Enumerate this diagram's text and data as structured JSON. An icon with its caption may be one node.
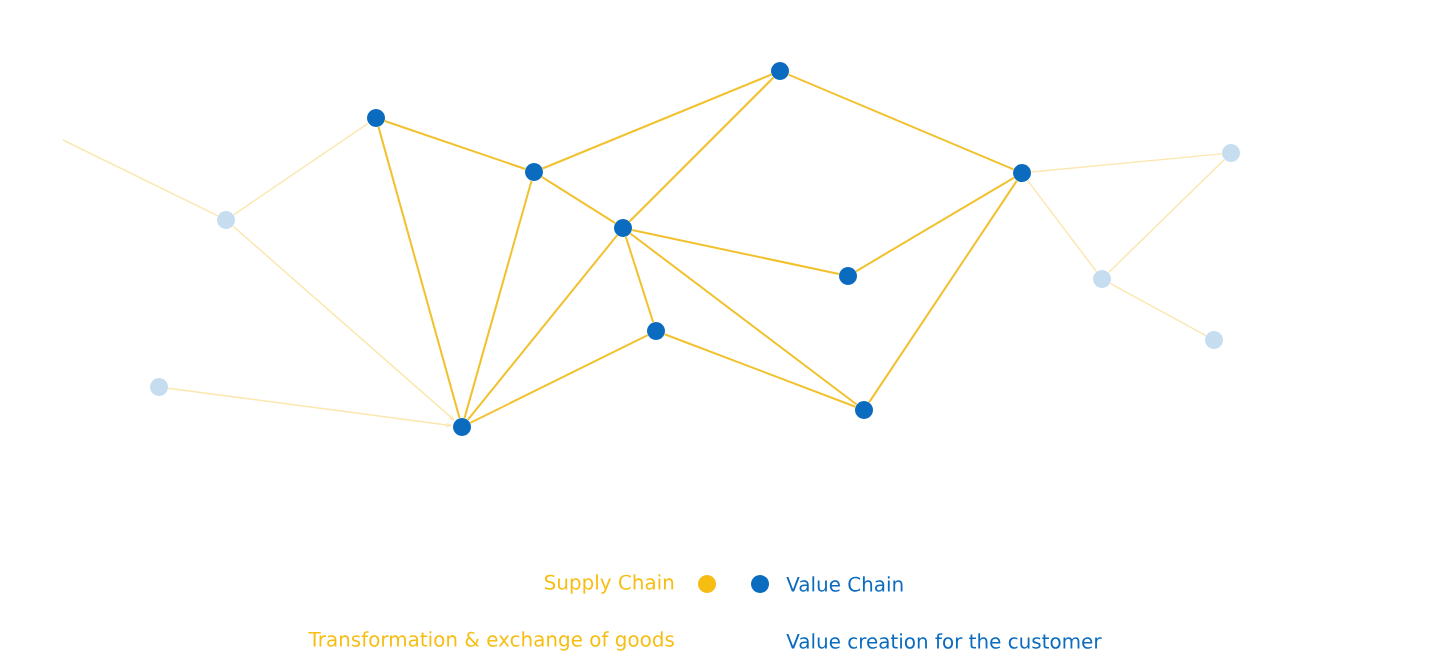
{
  "diagram": {
    "nodes": [
      {
        "text": [],
        "shape": "circle"
      },
      {
        "text": [],
        "shape": "circle"
      },
      {
        "text": [],
        "shape": "circle"
      },
      {
        "text": [],
        "shape": "circle"
      },
      {
        "text": [],
        "shape": "circle"
      },
      {
        "text": [],
        "shape": "circle"
      },
      {
        "text": [],
        "shape": "circle"
      },
      {
        "text": [],
        "shape": "circle"
      },
      {
        "text": [],
        "shape": "circle"
      },
      {
        "text": [],
        "shape": "circle"
      },
      {
        "text": [],
        "shape": "circle"
      },
      {
        "text": [],
        "shape": "circle"
      },
      {
        "text": [],
        "shape": "circle"
      },
      {
        "text": [],
        "shape": "circle"
      }
    ],
    "edges": [
      {
        "from": null,
        "to": 1,
        "arrow": "none",
        "color": "#fbe7b0"
      },
      {
        "from": 1,
        "to": 2,
        "arrow": "none",
        "color": "#fbe7b0"
      },
      {
        "from": 1,
        "to": 3,
        "arrow": "to",
        "color": "#fbe7b0"
      },
      {
        "from": 0,
        "to": 3,
        "arrow": "to",
        "color": "#fbe7b0"
      },
      {
        "from": 2,
        "to": 4,
        "arrow": "none"
      },
      {
        "from": 2,
        "to": 3,
        "arrow": "none"
      },
      {
        "from": 4,
        "to": 7,
        "arrow": "none"
      },
      {
        "from": 4,
        "to": 5,
        "arrow": "none"
      },
      {
        "from": 4,
        "to": 3,
        "arrow": "none"
      },
      {
        "from": 7,
        "to": 5,
        "arrow": "none"
      },
      {
        "from": 7,
        "to": 10,
        "arrow": "none"
      },
      {
        "from": 5,
        "to": 3,
        "arrow": "none"
      },
      {
        "from": 5,
        "to": 8,
        "arrow": "none"
      },
      {
        "from": 5,
        "to": 6,
        "arrow": "none"
      },
      {
        "from": 5,
        "to": 9,
        "arrow": "none"
      },
      {
        "from": 6,
        "to": 3,
        "arrow": "none"
      },
      {
        "from": 6,
        "to": 9,
        "arrow": "none"
      },
      {
        "from": 8,
        "to": 10,
        "arrow": "none"
      },
      {
        "from": 9,
        "to": 10,
        "arrow": "none"
      },
      {
        "from": 10,
        "to": 13,
        "arrow": "none",
        "color": "#fbe7b0"
      },
      {
        "from": 10,
        "to": 11,
        "arrow": "none",
        "color": "#fbe7b0"
      },
      {
        "from": 11,
        "to": 13,
        "arrow": "none",
        "color": "#fbe7b0"
      },
      {
        "from": 11,
        "to": 12,
        "arrow": "none",
        "color": "#fbe7b0"
      }
    ],
    "labels": [
      "Transformation & exchange of goods",
      "Value creation for the customer"
    ],
    "legend": [
      {
        "text": "Supply Chain",
        "color": "#f6bd12"
      },
      {
        "text": "Value Chain",
        "color": "#0b6cbf"
      }
    ]
  }
}
